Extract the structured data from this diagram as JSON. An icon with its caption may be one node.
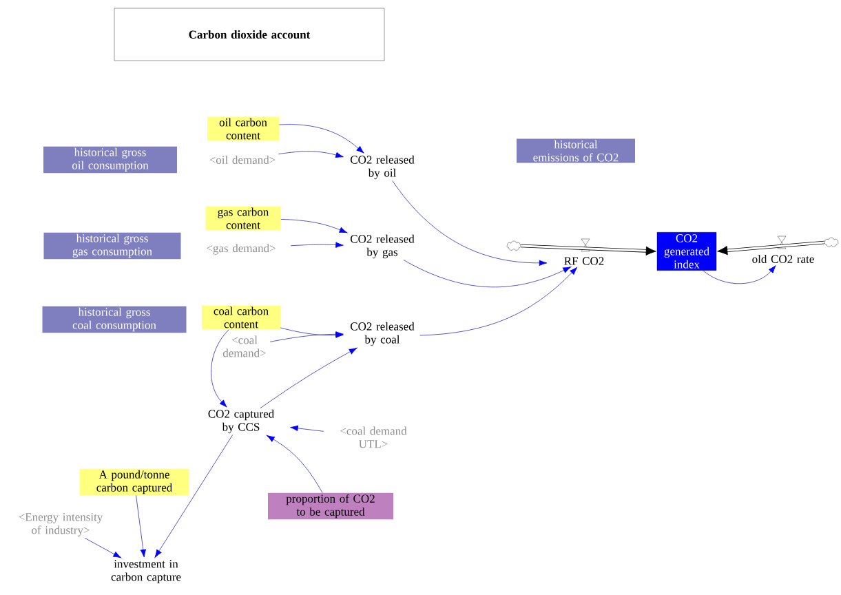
{
  "diagram": {
    "nodes": [
      {
        "text": [
          "Carbon dioxide account"
        ]
      },
      {
        "text": [
          "historical gross oil consumption"
        ]
      },
      {
        "text": [
          "oil carbon content"
        ]
      },
      {
        "text": [
          "<oil demand>"
        ]
      },
      {
        "text": [
          "CO2 released by oil"
        ]
      },
      {
        "text": [
          "historical gross gas consumption"
        ]
      },
      {
        "text": [
          "gas carbon content"
        ]
      },
      {
        "text": [
          "<gas demand>"
        ]
      },
      {
        "text": [
          "CO2 released by gas"
        ]
      },
      {
        "text": [
          "historical gross coal consumption"
        ]
      },
      {
        "text": [
          "coal carbon content"
        ]
      },
      {
        "text": [
          "<coal demand>"
        ]
      },
      {
        "text": [
          "CO2 released by coal"
        ]
      },
      {
        "text": [
          "CO2 captured by CCS"
        ]
      },
      {
        "text": [
          "<coal demand UTL>"
        ]
      },
      {
        "text": [
          "A pound/tonne carbon captured"
        ]
      },
      {
        "text": [
          "<Energy intensity of industry>"
        ]
      },
      {
        "text": [
          "proportion of CO2 to be captured"
        ]
      },
      {
        "text": [
          "investment in carbon capture"
        ]
      },
      {
        "text": [
          "historical emissions of CO2"
        ]
      },
      {
        "text": [],
        "shape": "cloud"
      },
      {
        "text": [
          "RF CO2"
        ]
      },
      {
        "text": [
          "CO2 generated index"
        ]
      },
      {
        "text": [
          "old CO2 rate"
        ]
      },
      {
        "text": [],
        "shape": "cloud"
      }
    ],
    "edges": [
      {
        "from": 2,
        "to": 4,
        "arrow": "to"
      },
      {
        "from": 3,
        "to": 4,
        "arrow": "to"
      },
      {
        "from": 6,
        "to": 8,
        "arrow": "to"
      },
      {
        "from": 7,
        "to": 8,
        "arrow": "to"
      },
      {
        "from": 10,
        "to": 12,
        "arrow": "to"
      },
      {
        "from": 11,
        "to": 12,
        "arrow": "to"
      },
      {
        "from": 13,
        "to": 12,
        "arrow": "to"
      },
      {
        "from": 10,
        "to": 13,
        "arrow": "to"
      },
      {
        "from": 14,
        "to": 13,
        "arrow": "to"
      },
      {
        "from": 17,
        "to": 13,
        "arrow": "to"
      },
      {
        "from": 15,
        "to": 18,
        "arrow": "to"
      },
      {
        "from": 16,
        "to": 18,
        "arrow": "to"
      },
      {
        "from": 13,
        "to": 18,
        "arrow": "to"
      },
      {
        "from": 4,
        "to": 21,
        "arrow": "to"
      },
      {
        "from": 8,
        "to": 21,
        "arrow": "to"
      },
      {
        "from": 12,
        "to": 21,
        "arrow": "to"
      },
      {
        "from": 22,
        "to": 23,
        "arrow": "to"
      },
      {
        "from": 20,
        "to": 22,
        "arrow": "to",
        "style": "thick",
        "color": "#000000"
      },
      {
        "from": 24,
        "to": 22,
        "arrow": "to",
        "style": "thick",
        "color": "#000000"
      }
    ]
  }
}
